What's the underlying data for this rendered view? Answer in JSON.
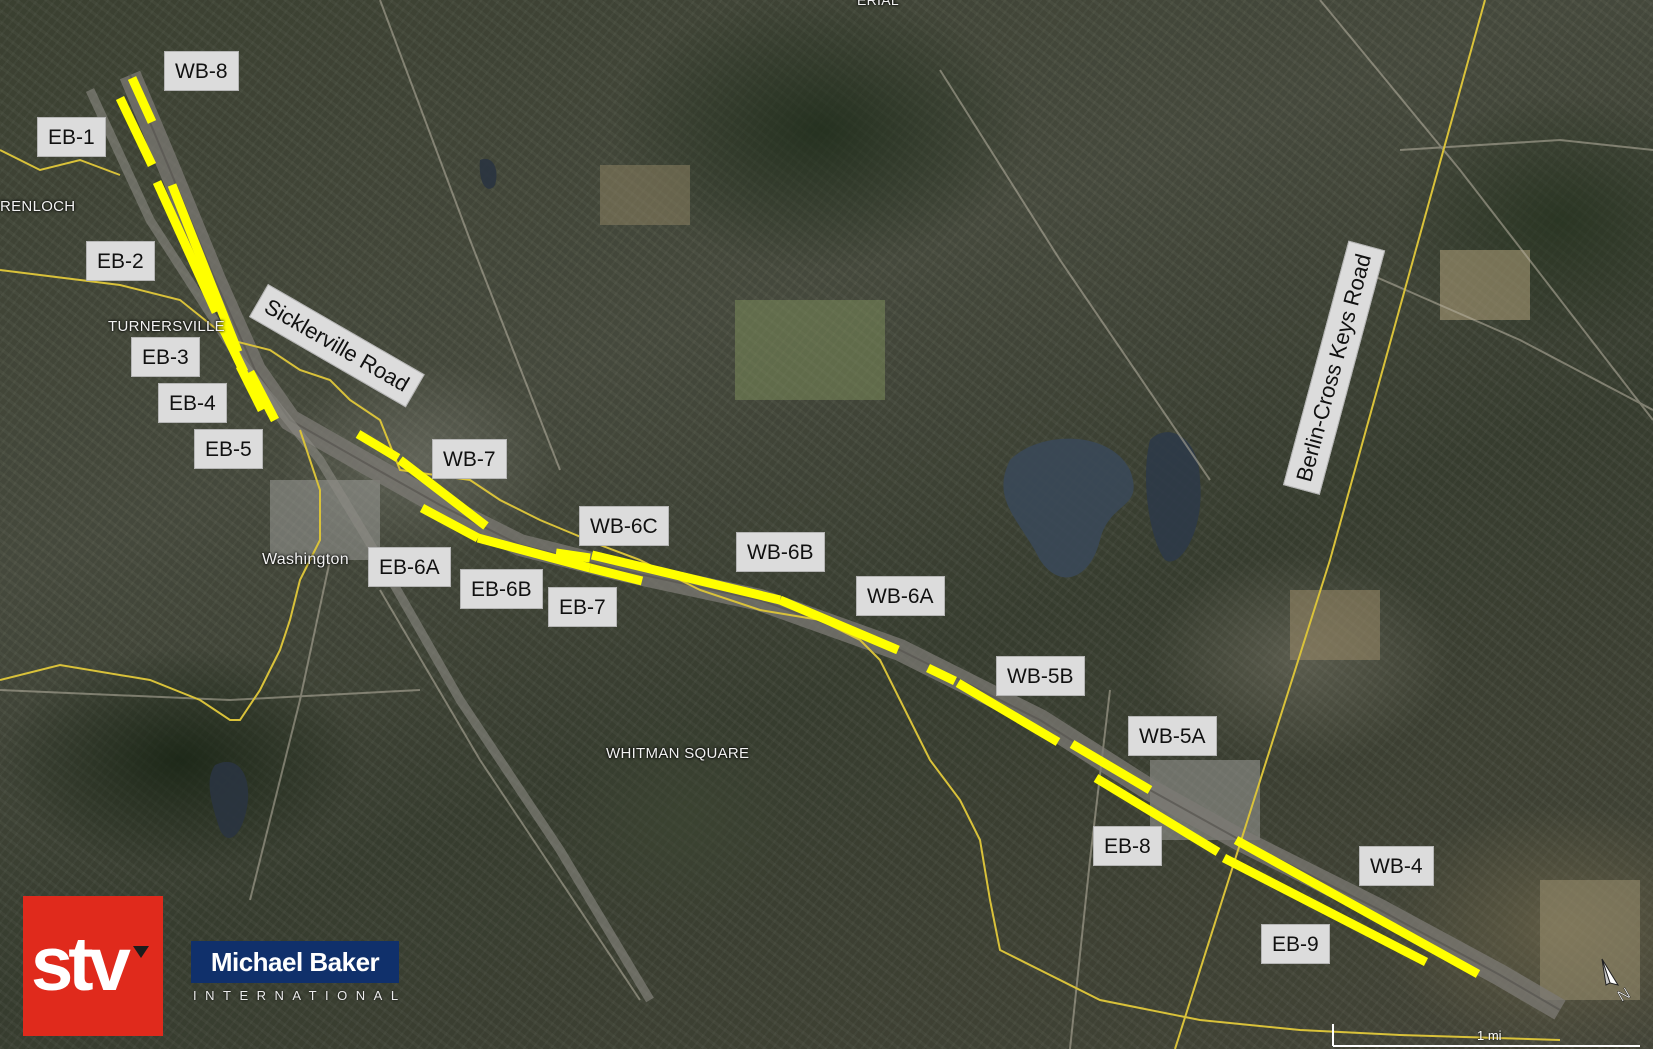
{
  "segments": [
    {
      "label": "WB-8"
    },
    {
      "label": "EB-1"
    },
    {
      "label": "EB-2"
    },
    {
      "label": "EB-3"
    },
    {
      "label": "EB-4"
    },
    {
      "label": "EB-5"
    },
    {
      "label": "WB-7"
    },
    {
      "label": "WB-6C"
    },
    {
      "label": "EB-6A"
    },
    {
      "label": "EB-6B"
    },
    {
      "label": "EB-7"
    },
    {
      "label": "WB-6B"
    },
    {
      "label": "WB-6A"
    },
    {
      "label": "WB-5B"
    },
    {
      "label": "WB-5A"
    },
    {
      "label": "EB-8"
    },
    {
      "label": "WB-4"
    },
    {
      "label": "EB-9"
    }
  ],
  "roads": {
    "sicklerville": "Sicklerville Road",
    "berlin_cross_keys": "Berlin-Cross Keys Road"
  },
  "places": {
    "renloch": "RENLOCH",
    "turnersville": "TURNERSVILLE",
    "washington": "Washington",
    "whitman_square": "WHITMAN SQUARE",
    "erial": "ERIAL"
  },
  "logos": {
    "stv": "stv",
    "baker_name": "Michael Baker",
    "baker_sub": "INTERNATIONAL"
  },
  "scale": {
    "text": "1 mi"
  },
  "colors": {
    "highlight": "#ffff00",
    "boundary": "#d9c23a",
    "stv_red": "#e02a1c",
    "baker_navy": "#10306b",
    "label_bg": "#dcdcdc"
  },
  "icons": {
    "north": "north-arrow-icon"
  }
}
